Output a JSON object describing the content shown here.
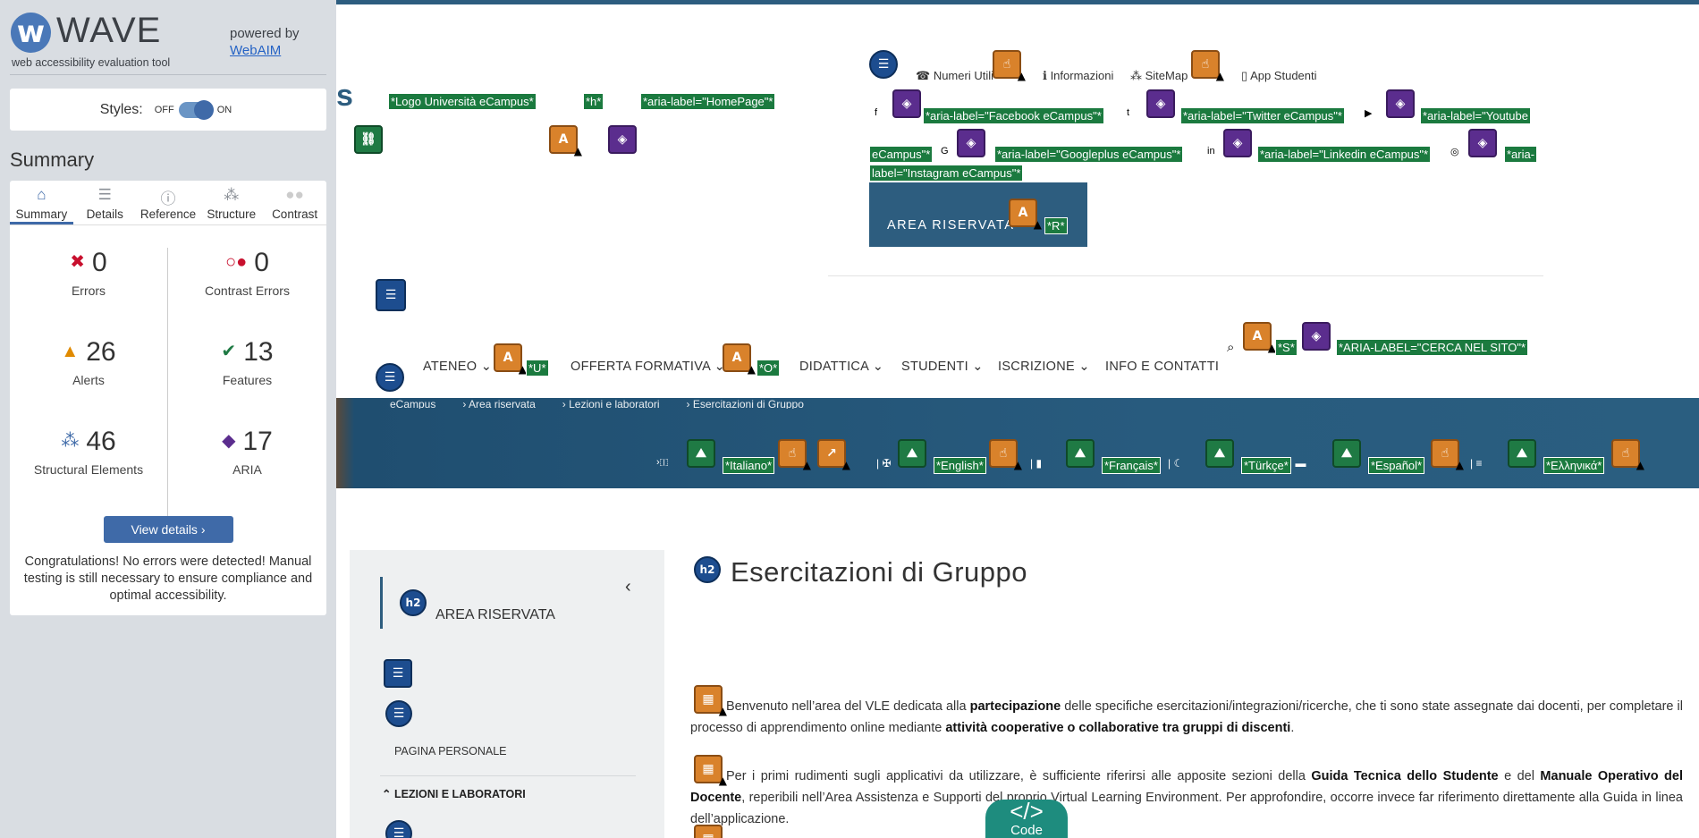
{
  "wave": {
    "logo_letter": "w",
    "logo_word": "WAVE",
    "subtitle": "web accessibility evaluation tool",
    "powered_by": "powered by",
    "webaim": "WebAIM",
    "styles_label": "Styles:",
    "off": "OFF",
    "on": "ON",
    "summary_title": "Summary",
    "tabs": [
      {
        "label": "Summary",
        "icon": "home-icon"
      },
      {
        "label": "Details",
        "icon": "list-icon"
      },
      {
        "label": "Reference",
        "icon": "info-icon"
      },
      {
        "label": "Structure",
        "icon": "hierarchy-icon"
      },
      {
        "label": "Contrast",
        "icon": "contrast-icon"
      }
    ],
    "stats": {
      "errors": {
        "value": "0",
        "label": "Errors"
      },
      "contrast": {
        "value": "0",
        "label": "Contrast Errors"
      },
      "alerts": {
        "value": "26",
        "label": "Alerts"
      },
      "features": {
        "value": "13",
        "label": "Features"
      },
      "structural": {
        "value": "46",
        "label": "Structural Elements"
      },
      "aria": {
        "value": "17",
        "label": "ARIA"
      }
    },
    "view_details": "View details ›",
    "congrats": "Congratulations! No errors were detected! Manual testing is still necessary to ensure compliance and optimal accessibility."
  },
  "page": {
    "partial_letter": "s",
    "logo_alt": "*Logo Università eCampus*",
    "h_label": "*h*",
    "homepage_label": "*aria-label=\"HomePage\"*",
    "topnav": {
      "numeri": "Numeri Utili",
      "informazioni": "Informazioni",
      "sitemap": "SiteMap",
      "app": "App Studenti"
    },
    "social": {
      "facebook": "*aria-label=\"Facebook eCampus\"*",
      "twitter": "*aria-label=\"Twitter eCampus\"*",
      "youtube_a": "*aria-label=\"Youtube",
      "youtube_b": "eCampus\"*",
      "googleplus": "*aria-label=\"Googleplus eCampus\"*",
      "linkedin": "*aria-label=\"Linkedin eCampus\"*",
      "instagram_a": "*aria-",
      "instagram_b": "label=\"Instagram eCampus\"*"
    },
    "area_riservata": "AREA RISERVATA",
    "r_label": "*R*",
    "s_label": "*S*",
    "search_label": "*ARIA-LABEL=\"CERCA NEL SITO\"*",
    "mainnav": {
      "ateneo": "ATENEO",
      "u_label": "*U*",
      "offerta": "OFFERTA FORMATIVA",
      "o_label": "*O*",
      "didattica": "DIDATTICA",
      "studenti": "STUDENTI",
      "iscrizione": "ISCRIZIONE",
      "info": "INFO E CONTATTI"
    },
    "breadcrumb": {
      "home": "eCampus",
      "area": "Area riservata",
      "lezioni": "Lezioni e laboratori",
      "current": "Esercitazioni di Gruppo"
    },
    "languages": [
      "*Italiano*",
      "*English*",
      "*Français*",
      "*Türkçe*",
      "*Español*",
      "*Ελληνικά*"
    ],
    "sidebar": {
      "title": "AREA RISERVATA",
      "personal": "PAGINA PERSONALE",
      "lezioni": "LEZIONI E LABORATORI"
    },
    "content": {
      "title": "Esercitazioni di Gruppo",
      "p1_a": "Benvenuto nell’area del VLE dedicata alla ",
      "p1_b": "partecipazione",
      "p1_c": " delle specifiche esercitazioni/integrazioni/ricerche, che ti sono state assegnate dai docenti, per completare il processo di apprendimento online mediante ",
      "p1_d": "attività cooperative o collaborative tra gruppi di discenti",
      "p1_e": ".",
      "p2_a": "Per i primi rudimenti sugli applicativi da utilizzare, è sufficiente riferirsi alle apposite sezioni della ",
      "p2_b": "Guida Tecnica dello Studente",
      "p2_c": " e del ",
      "p2_d": "Manuale Operativo del Docente",
      "p2_e": ", reperibili nell’Area Assistenza e Supporti del proprio Virtual Learning Environment. Per approfondire, occorre invece far riferimento direttamente alla Guida in linea dell’applicazione."
    },
    "code_button": "Code"
  }
}
